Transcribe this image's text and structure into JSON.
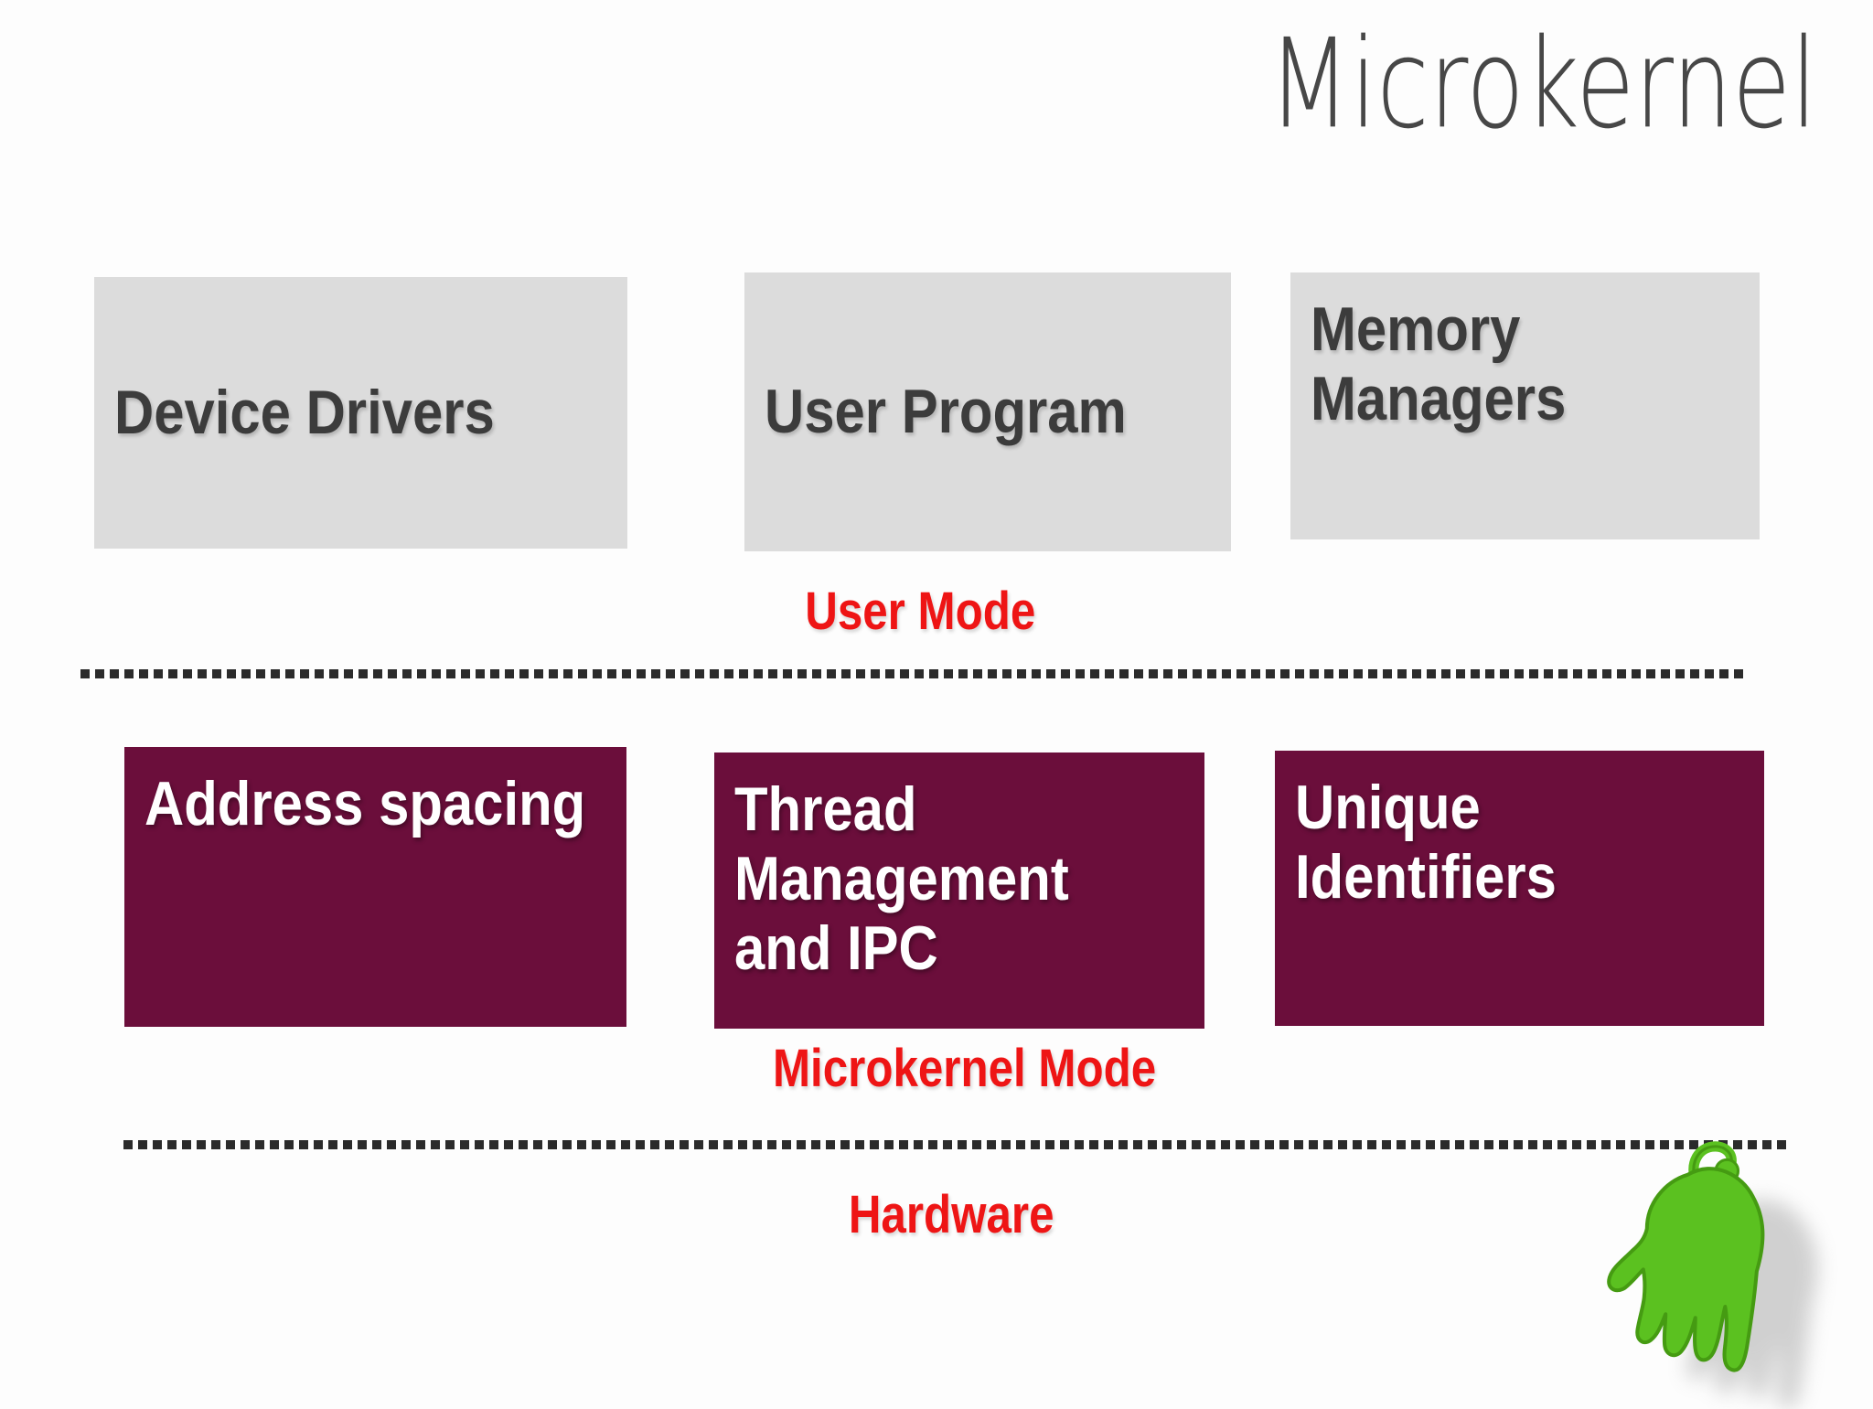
{
  "slide": {
    "title": "Microkernel"
  },
  "user_mode": {
    "caption": "User Mode",
    "boxes": [
      {
        "label": "Device Drivers"
      },
      {
        "label": "User Program"
      },
      {
        "label": "Memory Managers"
      }
    ]
  },
  "microkernel_mode": {
    "caption": "Microkernel Mode",
    "boxes": [
      {
        "label": "Address spacing"
      },
      {
        "label": "Thread Management and IPC"
      },
      {
        "label": "Unique Identifiers"
      }
    ]
  },
  "hardware": {
    "caption": "Hardware"
  },
  "mascot": {
    "name": "green-hand-mascot"
  },
  "colors": {
    "page_bg": "#fdfdfd",
    "gray_box_bg": "#dcdcdc",
    "gray_box_text": "#3c3c3c",
    "maroon_box_bg": "#6b0e3b",
    "maroon_box_text": "#ffffff",
    "caption_red": "#ee1515",
    "dot_color": "#2b2b2b",
    "title_color": "#474747",
    "mascot_green": "#5bc120",
    "mascot_green_dark": "#459b12"
  }
}
